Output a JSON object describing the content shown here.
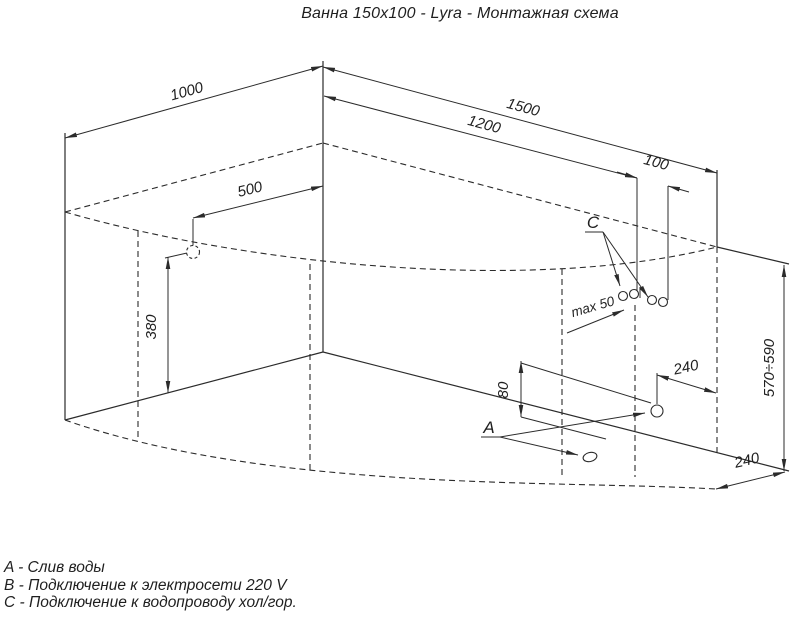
{
  "title": "Ванна 150x100 - Lyra - Монтажная схема",
  "colors": {
    "line": "#2b2b2b",
    "text": "#1f1f1f",
    "background": "#ffffff"
  },
  "drawing": {
    "type": "isometric-installation-scheme",
    "labels": {
      "drain": "A",
      "water_supply": "C"
    },
    "dimensions": {
      "left_depth": "1000",
      "right_length": "1500",
      "c_from_corner": "1200",
      "c_spacing": "100",
      "b_from_corner": "500",
      "b_height": "380",
      "c_max_gap": "max 50",
      "a_height": "80",
      "a_from_edge": "240",
      "rim_height": "570÷590",
      "edge_to_wall": "240"
    }
  },
  "legend": {
    "items": [
      "A - Слив воды",
      "B - Подключение к электросети 220 V",
      "C - Подключение к водопроводу хол/гор."
    ]
  }
}
